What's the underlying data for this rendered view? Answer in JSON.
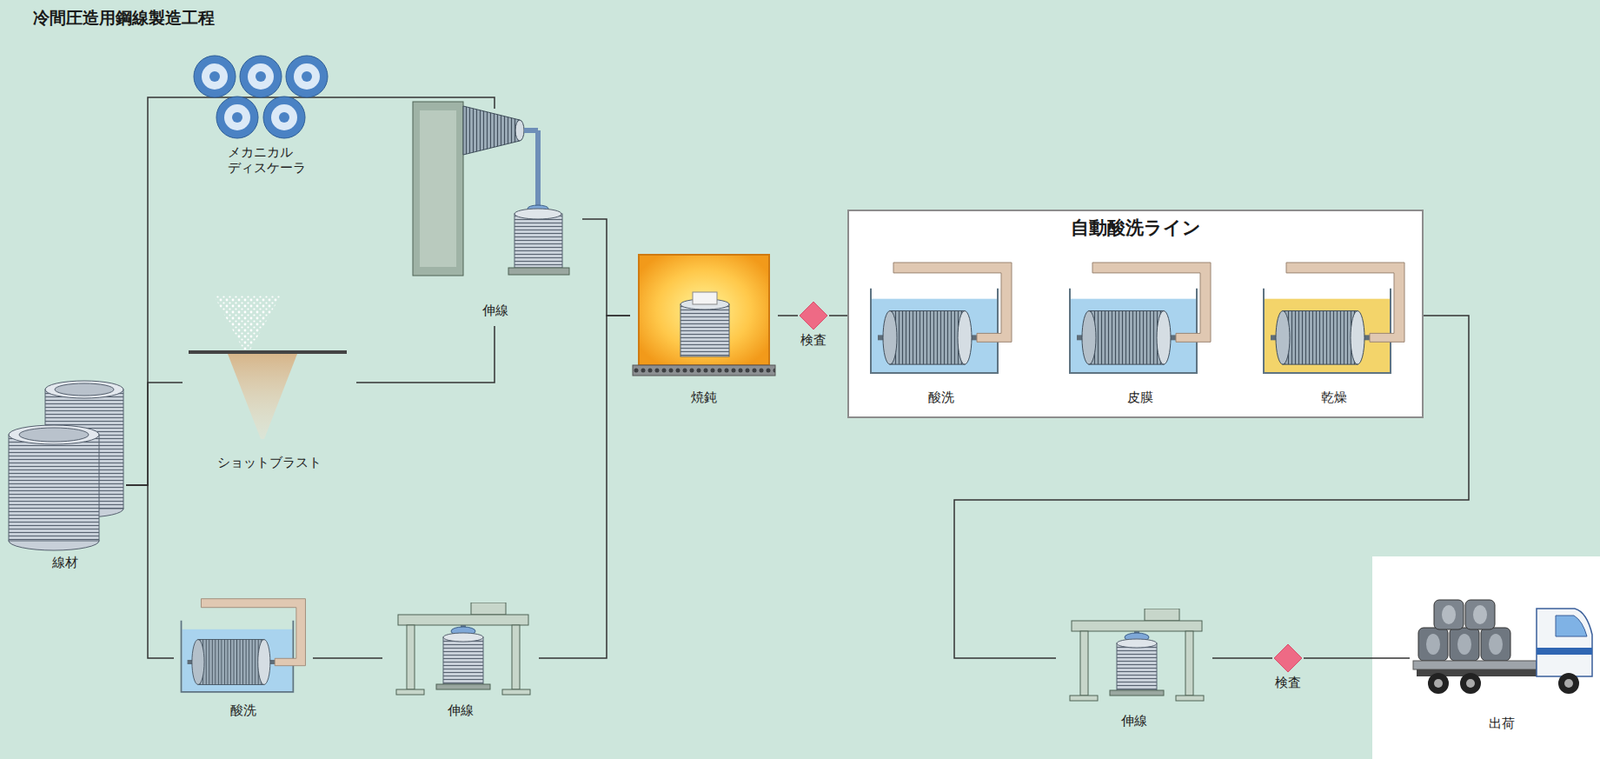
{
  "diagram": {
    "title": "冷間圧造用鋼線製造工程",
    "nodes": [
      {
        "text": [
          "線材"
        ]
      },
      {
        "text": [
          "メカニカル ディスケーラ"
        ]
      },
      {
        "text": [
          "伸線"
        ]
      },
      {
        "text": [
          "ショットブラスト"
        ]
      },
      {
        "text": [
          "酸洗"
        ]
      },
      {
        "text": [
          "伸線"
        ]
      },
      {
        "text": [
          "焼鈍"
        ]
      },
      {
        "text": [
          "検査"
        ]
      },
      {
        "text": [
          "自動酸洗ライン"
        ]
      },
      {
        "text": [
          "酸洗"
        ],
        "in": 8
      },
      {
        "text": [
          "皮膜"
        ],
        "in": 8
      },
      {
        "text": [
          "乾燥"
        ],
        "in": 8
      },
      {
        "text": [
          "伸線"
        ]
      },
      {
        "text": [
          "検査"
        ]
      },
      {
        "text": [
          "出荷"
        ]
      }
    ],
    "edges": [
      {
        "from": 0,
        "to": 1,
        "arrow": "none"
      },
      {
        "from": 0,
        "to": 3,
        "arrow": "none"
      },
      {
        "from": 0,
        "to": 4,
        "arrow": "none"
      },
      {
        "from": 1,
        "to": 2,
        "arrow": "none"
      },
      {
        "from": 3,
        "to": 2,
        "arrow": "none"
      },
      {
        "from": 4,
        "to": 5,
        "arrow": "none"
      },
      {
        "from": 2,
        "to": 6,
        "arrow": "none"
      },
      {
        "from": 5,
        "to": 6,
        "arrow": "none"
      },
      {
        "from": 6,
        "to": 7,
        "arrow": "none"
      },
      {
        "from": 7,
        "to": 8,
        "arrow": "none"
      },
      {
        "from": 8,
        "to": 12,
        "arrow": "none"
      },
      {
        "from": 12,
        "to": 13,
        "arrow": "none"
      },
      {
        "from": 13,
        "to": 14,
        "arrow": "none"
      }
    ]
  }
}
